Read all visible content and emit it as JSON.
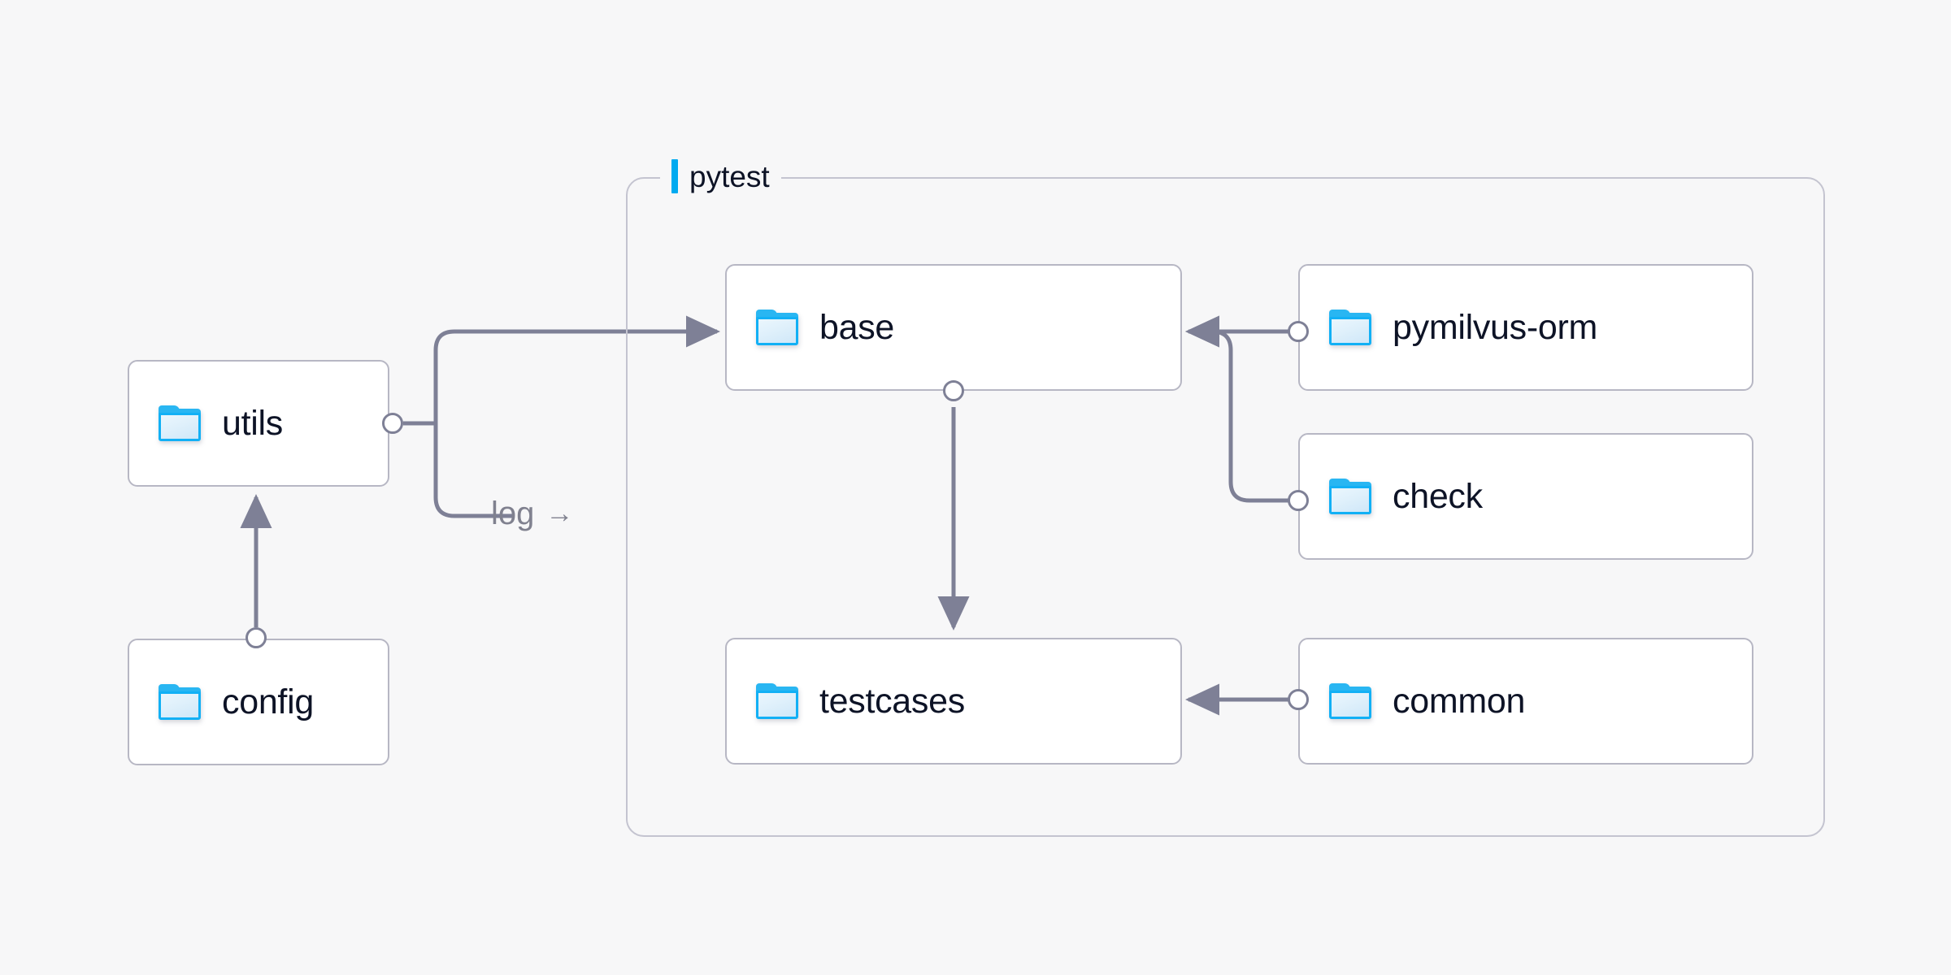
{
  "diagram": {
    "background_color": "#f7f7f8",
    "accent_color": "#00aaf0",
    "node_border_color": "#b7b7c4",
    "edge_color": "#7e8096",
    "text_color": "#0d1326",
    "muted_text_color": "#80818f"
  },
  "group": {
    "label": "pytest",
    "accent_color": "#00aaf0"
  },
  "nodes": [
    {
      "id": "utils",
      "label": "utils",
      "icon": "folder-icon"
    },
    {
      "id": "config",
      "label": "config",
      "icon": "folder-icon"
    },
    {
      "id": "base",
      "label": "base",
      "icon": "folder-icon"
    },
    {
      "id": "testcases",
      "label": "testcases",
      "icon": "folder-icon"
    },
    {
      "id": "pymilvus-orm",
      "label": "pymilvus-orm",
      "icon": "folder-icon"
    },
    {
      "id": "check",
      "label": "check",
      "icon": "folder-icon"
    },
    {
      "id": "common",
      "label": "common",
      "icon": "folder-icon"
    }
  ],
  "edges": [
    {
      "id": "config-utils",
      "from": "config",
      "to": "utils",
      "label": ""
    },
    {
      "id": "utils-base",
      "from": "utils",
      "to": "base",
      "label": ""
    },
    {
      "id": "utils-log",
      "from": "utils",
      "to": "pytest",
      "label": "log"
    },
    {
      "id": "base-testcases",
      "from": "base",
      "to": "testcases",
      "label": ""
    },
    {
      "id": "pymilvusorm-base",
      "from": "pymilvus-orm",
      "to": "base",
      "label": ""
    },
    {
      "id": "check-base",
      "from": "check",
      "to": "base",
      "label": ""
    },
    {
      "id": "common-testcases",
      "from": "common",
      "to": "testcases",
      "label": ""
    }
  ],
  "edge_labels": {
    "log": "log",
    "log_arrow": "→"
  }
}
